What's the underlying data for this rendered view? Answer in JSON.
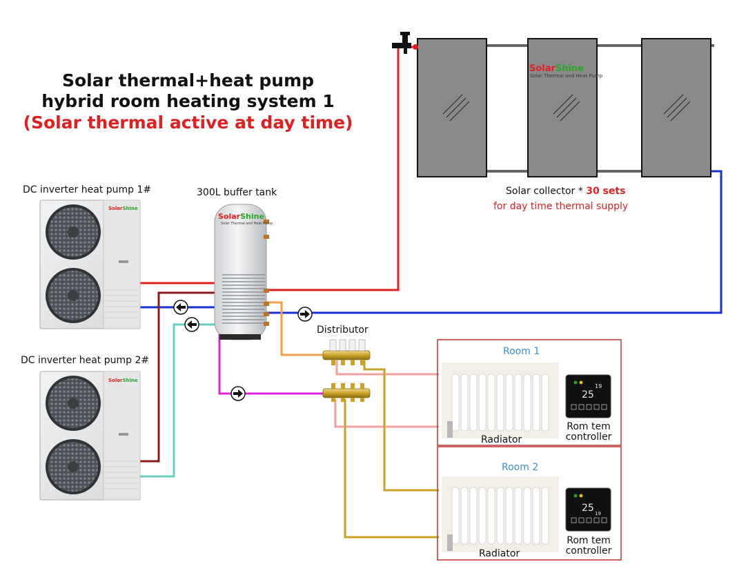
{
  "title": {
    "line1": "Solar thermal+heat pump",
    "line2": "hybrid room heating system 1",
    "line3": "(Solar thermal active at day time)"
  },
  "heat_pump_1": {
    "label": "DC inverter heat pump 1#"
  },
  "heat_pump_2": {
    "label": "DC inverter heat pump 2#"
  },
  "buffer_tank": {
    "label": "300L buffer tank"
  },
  "brand": {
    "part1": "Solar",
    "part2": "Shine",
    "tagline": "Solar Thermal and Heat Pump"
  },
  "solar_collector": {
    "label_prefix": "Solar collector * ",
    "count": "30 sets",
    "note": "for day time thermal supply"
  },
  "distributor": {
    "label": "Distributor"
  },
  "room1": {
    "title": "Room 1",
    "radiator": "Radiator",
    "controller_line1": "Rom tem",
    "controller_line2": "controller"
  },
  "room2": {
    "title": "Room 2",
    "radiator": "Radiator",
    "controller_line1": "Rom tem",
    "controller_line2": "controller"
  },
  "thermostat": {
    "temp": "25",
    "small": "19"
  },
  "colors": {
    "hot_supply": "#e02020",
    "cold_return": "#1a2fd0",
    "dark_red": "#8b1a1a",
    "cyan": "#66ccc0",
    "magenta": "#dd22dd",
    "orange": "#f0a04a",
    "pink": "#f0a0a0",
    "gold": "#c9a227",
    "room_border": "#c03030"
  }
}
